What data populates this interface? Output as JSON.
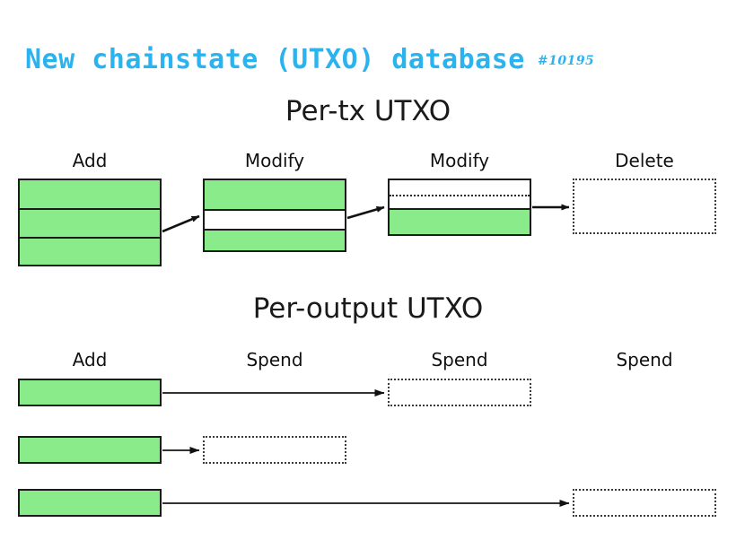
{
  "title": {
    "text": "New chainstate (UTXO) database",
    "issue": "#10195",
    "color": "#2bb3ef"
  },
  "palette": {
    "green": "#8aeb8a",
    "stroke": "#1b1b1b",
    "dotted_stroke": "#3a3a3a",
    "background": "#ffffff"
  },
  "sections": [
    {
      "id": "per-tx",
      "heading": "Per-tx UTXO",
      "labels": [
        "Add",
        "Modify",
        "Modify",
        "Delete"
      ]
    },
    {
      "id": "per-output",
      "heading": "Per-output UTXO",
      "labels": [
        "Add",
        "Spend",
        "Spend",
        "Spend"
      ]
    }
  ]
}
